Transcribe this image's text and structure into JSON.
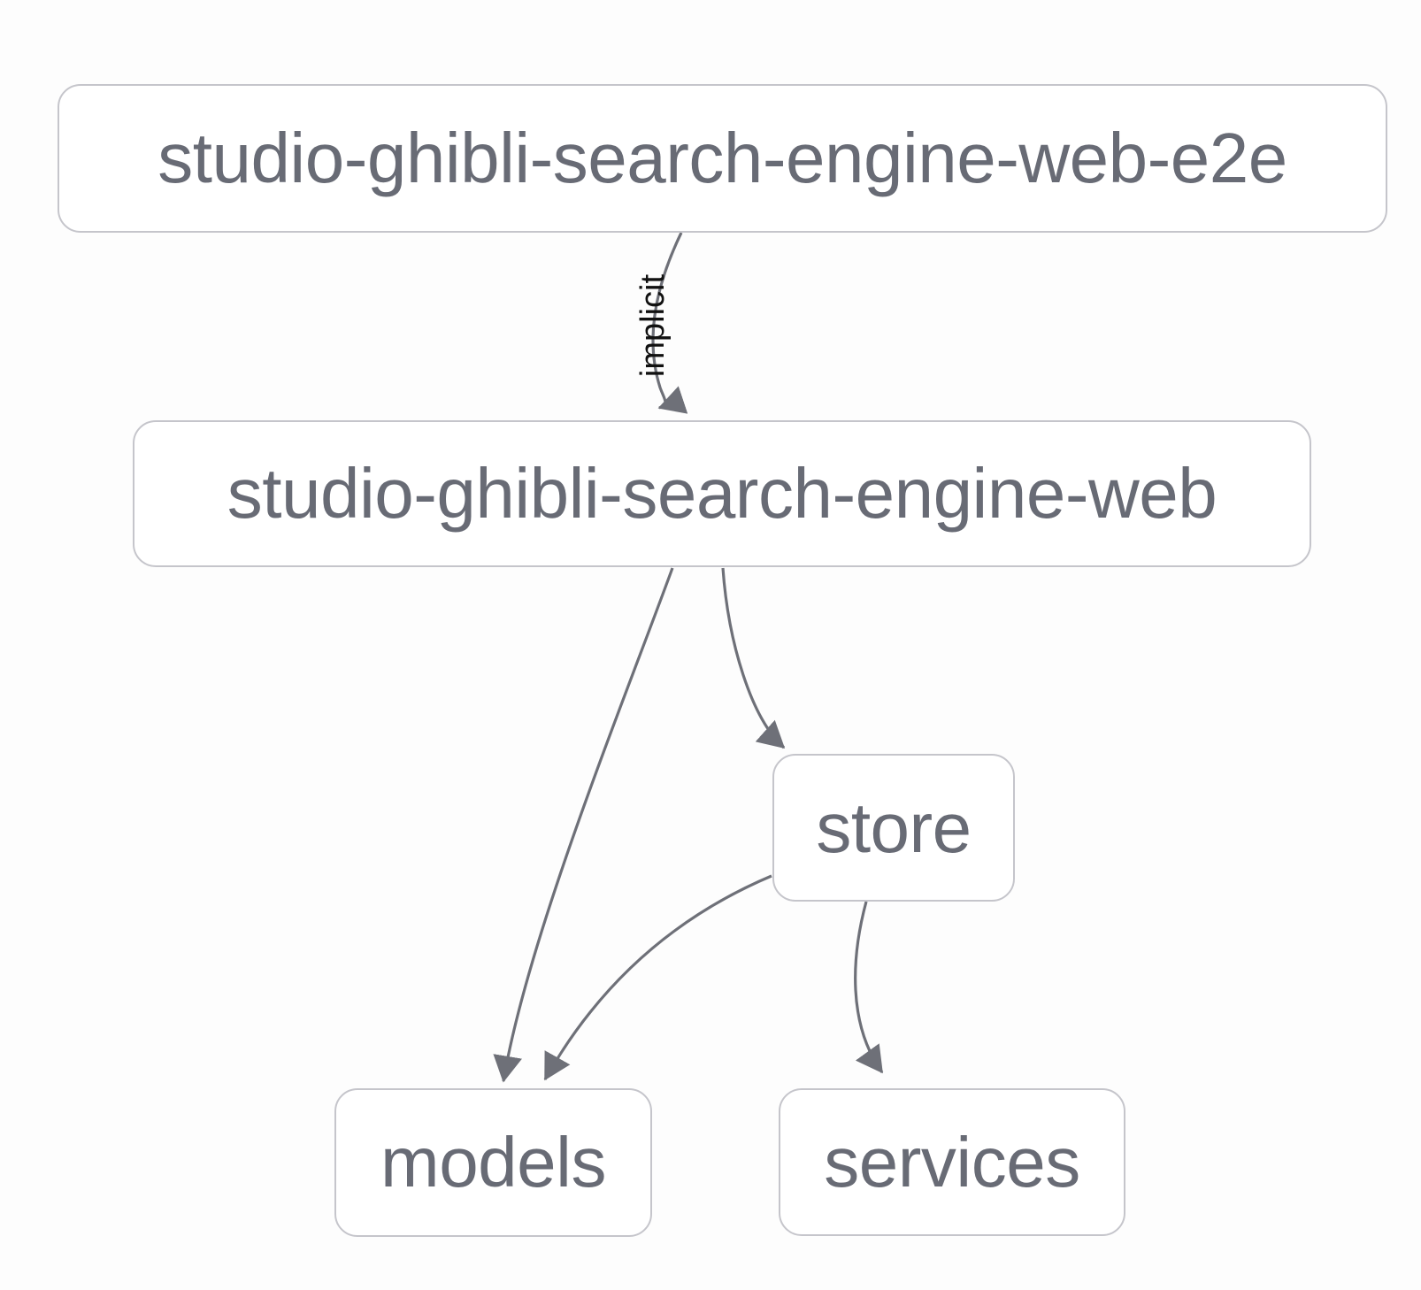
{
  "diagram": {
    "kind": "dependency-graph",
    "nodes": [
      {
        "id": "studio-ghibli-search-engine-web-e2e",
        "label": "studio-ghibli-search-engine-web-e2e"
      },
      {
        "id": "studio-ghibli-search-engine-web",
        "label": "studio-ghibli-search-engine-web"
      },
      {
        "id": "store",
        "label": "store"
      },
      {
        "id": "models",
        "label": "models"
      },
      {
        "id": "services",
        "label": "services"
      }
    ],
    "edges": [
      {
        "from": "studio-ghibli-search-engine-web-e2e",
        "to": "studio-ghibli-search-engine-web",
        "label": "implicit"
      },
      {
        "from": "studio-ghibli-search-engine-web",
        "to": "models",
        "label": ""
      },
      {
        "from": "studio-ghibli-search-engine-web",
        "to": "store",
        "label": ""
      },
      {
        "from": "store",
        "to": "models",
        "label": ""
      },
      {
        "from": "store",
        "to": "services",
        "label": ""
      }
    ],
    "colors": {
      "background": "#fdfdfd",
      "node_fill": "#ffffff",
      "node_border": "#c5c5cb",
      "node_text": "#686b75",
      "edge_stroke": "#6e7078",
      "edge_label_text": "#111111"
    }
  }
}
